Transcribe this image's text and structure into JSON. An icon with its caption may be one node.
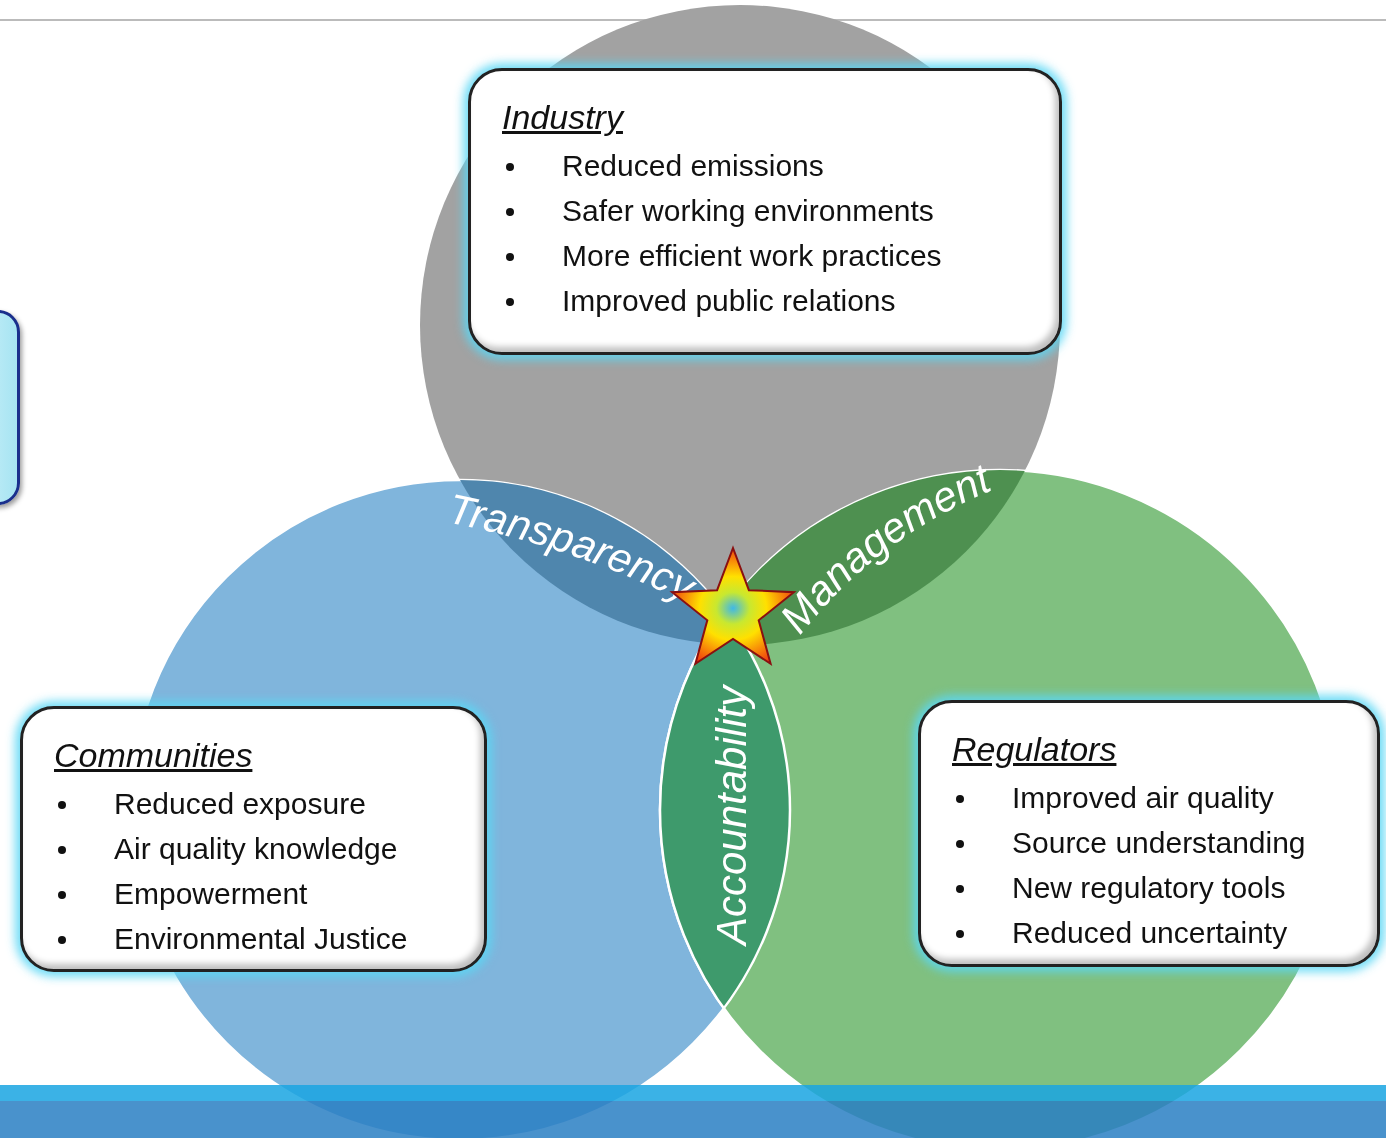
{
  "diagram": {
    "nodes": [
      {
        "text": [
          "Industry",
          "Reduced emissions",
          "Safer working environments",
          "More efficient work practices",
          "Improved public relations"
        ]
      },
      {
        "text": [],
        "shape": "box"
      },
      {
        "text": [
          "Communities",
          "Reduced exposure",
          "Air quality knowledge",
          "Empowerment",
          "Environmental Justice"
        ]
      },
      {
        "text": [
          "Regulators",
          "Improved air quality",
          "Source understanding",
          "New regulatory tools",
          "Reduced uncertainty"
        ]
      }
    ],
    "labels": [
      "Transparency",
      "Management",
      "Accountability"
    ]
  }
}
